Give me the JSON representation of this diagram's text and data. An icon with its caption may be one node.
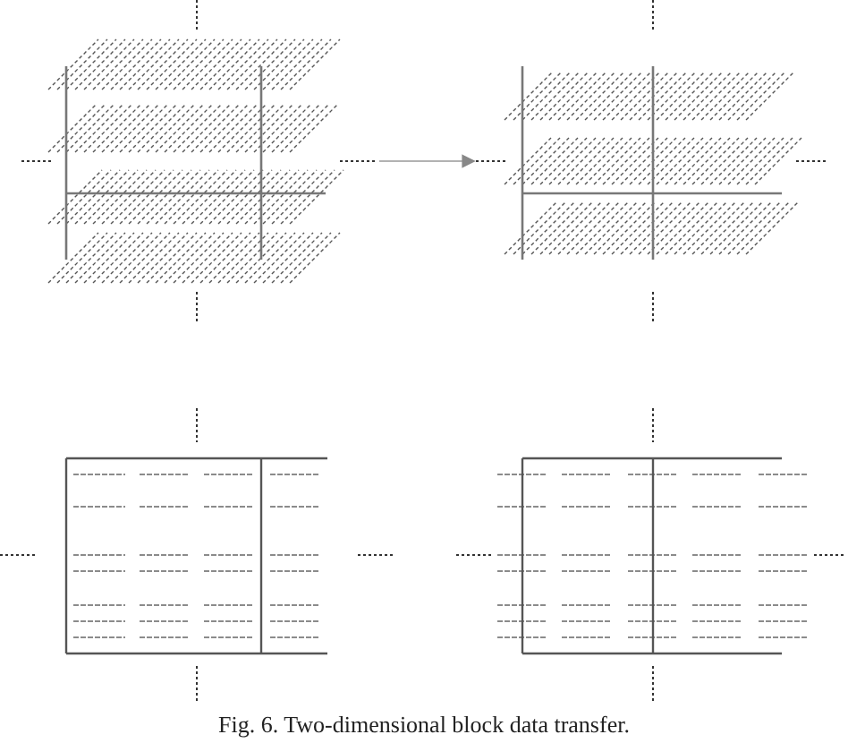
{
  "diagram": {
    "caption": "Fig. 6. Two-dimensional block data transfer.",
    "nodes": [
      {
        "text": [],
        "shape": "picture"
      },
      {
        "text": [],
        "shape": "picture"
      },
      {
        "text": [],
        "shape": "picture"
      },
      {
        "text": [],
        "shape": "picture"
      }
    ],
    "edges": [
      {
        "from": 0,
        "to": 1,
        "arrow": "to"
      }
    ]
  }
}
